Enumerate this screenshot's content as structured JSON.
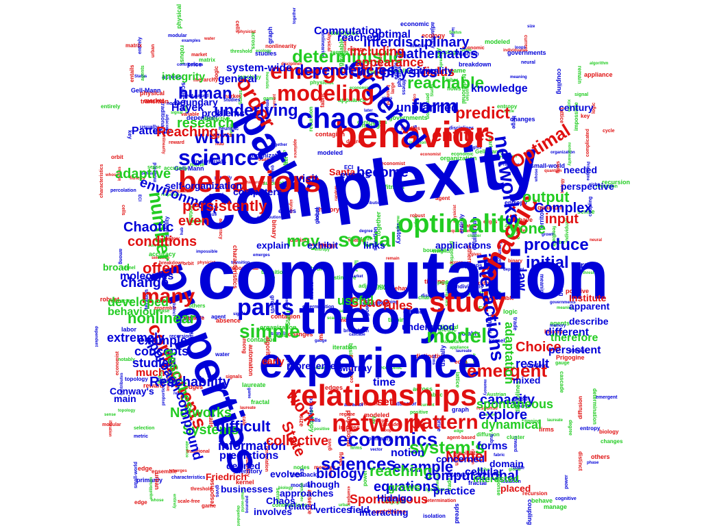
{
  "colors": {
    "blue": "#0000d8",
    "red": "#e01010",
    "green": "#22cc22"
  },
  "words": [
    {
      "text": "computation",
      "color": "blue"
    },
    {
      "text": "complexity",
      "color": "blue"
    },
    {
      "text": "experience",
      "color": "blue"
    },
    {
      "text": "theory",
      "color": "blue"
    },
    {
      "text": "properties",
      "color": "blue"
    },
    {
      "text": "path",
      "color": "blue"
    },
    {
      "text": "behavior",
      "color": "red"
    },
    {
      "text": "relationships",
      "color": "red"
    },
    {
      "text": "behaviors",
      "color": "red"
    },
    {
      "text": "chaos",
      "color": "blue"
    },
    {
      "text": "ordered",
      "color": "blue"
    },
    {
      "text": "network",
      "color": "red"
    },
    {
      "text": "study",
      "color": "red"
    },
    {
      "text": "chaotic",
      "color": "red"
    },
    {
      "text": "optimality",
      "color": "green"
    },
    {
      "text": "networks",
      "color": "blue"
    },
    {
      "text": "components",
      "color": "red"
    },
    {
      "text": "order",
      "color": "red"
    },
    {
      "text": "science",
      "color": "blue"
    },
    {
      "text": "modeling",
      "color": "red"
    },
    {
      "text": "emergence",
      "color": "red"
    },
    {
      "text": "interactions",
      "color": "blue"
    },
    {
      "text": "parts",
      "color": "blue"
    },
    {
      "text": "model",
      "color": "green"
    },
    {
      "text": "pattern",
      "color": "red"
    },
    {
      "text": "economics",
      "color": "blue"
    },
    {
      "text": "many",
      "color": "red"
    },
    {
      "text": "social",
      "color": "green"
    },
    {
      "text": "within",
      "color": "blue"
    },
    {
      "text": "form",
      "color": "blue"
    },
    {
      "text": "underlying",
      "color": "blue"
    },
    {
      "text": "entities",
      "color": "red"
    },
    {
      "text": "number",
      "color": "green"
    },
    {
      "text": "simple",
      "color": "green"
    },
    {
      "text": "work",
      "color": "red"
    },
    {
      "text": "sciences",
      "color": "blue"
    },
    {
      "text": "emergent",
      "color": "red"
    },
    {
      "text": "reachable",
      "color": "green"
    },
    {
      "text": "predict",
      "color": "red"
    },
    {
      "text": "produce",
      "color": "blue"
    },
    {
      "text": "initial",
      "color": "blue"
    },
    {
      "text": "one",
      "color": "green"
    },
    {
      "text": "output",
      "color": "green"
    },
    {
      "text": "Optimal",
      "color": "red"
    },
    {
      "text": "Complex",
      "color": "blue"
    },
    {
      "text": "input",
      "color": "red"
    },
    {
      "text": "law",
      "color": "blue"
    },
    {
      "text": "capacity",
      "color": "blue"
    },
    {
      "text": "explore",
      "color": "blue"
    },
    {
      "text": "spontaneous",
      "color": "green"
    },
    {
      "text": "dynamical",
      "color": "green"
    },
    {
      "text": "system's",
      "color": "green"
    },
    {
      "text": "example",
      "color": "blue"
    },
    {
      "text": "Nobel",
      "color": "red"
    },
    {
      "text": "reaching",
      "color": "green"
    },
    {
      "text": "biology",
      "color": "blue"
    },
    {
      "text": "computational",
      "color": "blue"
    },
    {
      "text": "equations",
      "color": "blue"
    },
    {
      "text": "Spontaneous",
      "color": "red"
    },
    {
      "text": "Choice",
      "color": "red"
    },
    {
      "text": "result",
      "color": "blue"
    },
    {
      "text": "adaptation",
      "color": "green"
    },
    {
      "text": "different",
      "color": "blue"
    },
    {
      "text": "persistent",
      "color": "blue"
    },
    {
      "text": "therefore",
      "color": "green"
    },
    {
      "text": "apparent",
      "color": "blue"
    },
    {
      "text": "Institute",
      "color": "red"
    },
    {
      "text": "describe",
      "color": "blue"
    },
    {
      "text": "terms",
      "color": "blue"
    },
    {
      "text": "perspective",
      "color": "blue"
    },
    {
      "text": "needed",
      "color": "blue"
    },
    {
      "text": "century",
      "color": "blue"
    },
    {
      "text": "fields",
      "color": "red"
    },
    {
      "text": "physics",
      "color": "blue"
    },
    {
      "text": "mathematics",
      "color": "blue"
    },
    {
      "text": "deterministic",
      "color": "green"
    },
    {
      "text": "dependencies",
      "color": "blue"
    },
    {
      "text": "interdisciplinary",
      "color": "blue"
    },
    {
      "text": "optimal",
      "color": "blue"
    },
    {
      "text": "reached",
      "color": "blue"
    },
    {
      "text": "Computation",
      "color": "blue"
    },
    {
      "text": "including",
      "color": "red"
    },
    {
      "text": "appearance",
      "color": "red"
    },
    {
      "text": "human",
      "color": "blue"
    },
    {
      "text": "general",
      "color": "blue"
    },
    {
      "text": "system-wide",
      "color": "blue"
    },
    {
      "text": "research",
      "color": "green"
    },
    {
      "text": "environment",
      "color": "blue"
    },
    {
      "text": "become",
      "color": "blue"
    },
    {
      "text": "Santa",
      "color": "red"
    },
    {
      "text": "persistently",
      "color": "red"
    },
    {
      "text": "even",
      "color": "red"
    },
    {
      "text": "Chaotic",
      "color": "blue"
    },
    {
      "text": "conditions",
      "color": "red"
    },
    {
      "text": "often",
      "color": "red"
    },
    {
      "text": "change",
      "color": "blue"
    },
    {
      "text": "may",
      "color": "green"
    },
    {
      "text": "exhibit",
      "color": "blue"
    },
    {
      "text": "links",
      "color": "blue"
    },
    {
      "text": "applications",
      "color": "blue"
    },
    {
      "text": "explain",
      "color": "blue"
    },
    {
      "text": "Space",
      "color": "red"
    },
    {
      "text": "rules",
      "color": "red"
    },
    {
      "text": "useful",
      "color": "green"
    },
    {
      "text": "nonlinear",
      "color": "green"
    },
    {
      "text": "developed",
      "color": "green"
    },
    {
      "text": "behaviour",
      "color": "green"
    },
    {
      "text": "extremely",
      "color": "blue"
    },
    {
      "text": "examples",
      "color": "blue"
    },
    {
      "text": "concepts",
      "color": "blue"
    },
    {
      "text": "studied",
      "color": "blue"
    },
    {
      "text": "much",
      "color": "red"
    },
    {
      "text": "approach",
      "color": "blue"
    },
    {
      "text": "describes",
      "color": "green"
    },
    {
      "text": "Reachability",
      "color": "blue"
    },
    {
      "text": "Networks",
      "color": "green"
    },
    {
      "text": "Systems",
      "color": "green"
    },
    {
      "text": "compound",
      "color": "blue"
    },
    {
      "text": "difficult",
      "color": "blue"
    },
    {
      "text": "information",
      "color": "blue"
    },
    {
      "text": "predictions",
      "color": "blue"
    },
    {
      "text": "defined",
      "color": "blue"
    },
    {
      "text": "State",
      "color": "red"
    },
    {
      "text": "collective",
      "color": "red"
    },
    {
      "text": "practice",
      "color": "blue"
    },
    {
      "text": "forms",
      "color": "blue"
    },
    {
      "text": "cellular",
      "color": "blue"
    },
    {
      "text": "concerned",
      "color": "blue"
    },
    {
      "text": "notion",
      "color": "blue"
    },
    {
      "text": "grows",
      "color": "green"
    },
    {
      "text": "main",
      "color": "blue"
    },
    {
      "text": "Conway's",
      "color": "blue"
    },
    {
      "text": "adaptive",
      "color": "green"
    },
    {
      "text": "molecules",
      "color": "blue"
    },
    {
      "text": "broad",
      "color": "green"
    },
    {
      "text": "self-organization",
      "color": "blue"
    },
    {
      "text": "Pattern",
      "color": "blue"
    },
    {
      "text": "Reaching",
      "color": "red"
    },
    {
      "text": "Hayek",
      "color": "blue"
    },
    {
      "text": "integrity",
      "color": "green"
    },
    {
      "text": "unplanned",
      "color": "blue"
    },
    {
      "text": "problems",
      "color": "blue"
    },
    {
      "text": "Optimality",
      "color": "blue"
    },
    {
      "text": "knowledge",
      "color": "blue"
    },
    {
      "text": "boundary",
      "color": "blue"
    },
    {
      "text": "vertices",
      "color": "blue"
    },
    {
      "text": "Hidalgo",
      "color": "blue"
    },
    {
      "text": "interacting",
      "color": "blue"
    },
    {
      "text": "field",
      "color": "blue"
    },
    {
      "text": "time",
      "color": "blue"
    },
    {
      "text": "set",
      "color": "red"
    },
    {
      "text": "early",
      "color": "red"
    },
    {
      "text": "represented",
      "color": "blue"
    },
    {
      "text": "understood",
      "color": "blue"
    },
    {
      "text": "Murray",
      "color": "blue"
    },
    {
      "text": "Friedrich",
      "color": "red"
    },
    {
      "text": "businesses",
      "color": "blue"
    },
    {
      "text": "evolve",
      "color": "blue"
    },
    {
      "text": "events",
      "color": "blue"
    },
    {
      "text": "computers",
      "color": "blue"
    },
    {
      "text": "interested",
      "color": "green"
    },
    {
      "text": "mixed",
      "color": "blue"
    },
    {
      "text": "placed",
      "color": "red"
    },
    {
      "text": "domain",
      "color": "blue"
    },
    {
      "text": "involves",
      "color": "blue"
    },
    {
      "text": "approaches",
      "color": "blue"
    },
    {
      "text": "Chaos",
      "color": "blue"
    },
    {
      "text": "related",
      "color": "blue"
    },
    {
      "text": "though",
      "color": "blue"
    },
    {
      "text": "visit",
      "color": "blue"
    }
  ],
  "filler": [
    "impossible",
    "implies",
    "laureate",
    "water",
    "robust",
    "key",
    "Status",
    "game",
    "primarily",
    "absence",
    "nonlinearity",
    "Austrian",
    "Gell-Mann",
    "remain",
    "behave",
    "disciplines",
    "global",
    "characteristics",
    "gives",
    "organization",
    "appliance",
    "examples",
    "reward",
    "notably",
    "traditional",
    "selection",
    "edges",
    "economist",
    "entirely",
    "history",
    "physicist",
    "Prigogine",
    "studies",
    "contributes",
    "edge",
    "response",
    "economic",
    "Status",
    "across",
    "market",
    "manage",
    "governments",
    "accuracy",
    "others",
    "size",
    "current",
    "loops",
    "sense",
    "usually",
    "complicated",
    "positive",
    "logic",
    "meaning",
    "territory",
    "physical",
    "individuals",
    "together",
    "contributions",
    "among",
    "breakdown",
    "distinct",
    "dependent",
    "determination",
    "changes",
    "whose",
    "later",
    "large",
    "proportional",
    "ECI",
    "modeled",
    "distinctive",
    "equilibrium",
    "entropy",
    "recursion",
    "automaton",
    "cells",
    "feedback",
    "hierarchy",
    "isolation",
    "gauge",
    "entropy",
    "signals",
    "agent",
    "nodes",
    "graph",
    "random",
    "bounded",
    "fitness",
    "attractor",
    "stability",
    "transition",
    "phase",
    "scale",
    "power",
    "emergent",
    "cascade",
    "diffusion",
    "topology",
    "lattice",
    "agent-based",
    "heuristic",
    "iteration",
    "recursion",
    "emerges",
    "entails",
    "weights",
    "niche",
    "regime",
    "threshold",
    "coupling",
    "tipping",
    "spread",
    "adjacency",
    "memory",
    "quantum",
    "signal",
    "binary",
    "algorithm",
    "ensemble",
    "variable",
    "vector",
    "kernel",
    "matrix",
    "percolation",
    "contagion",
    "flows",
    "metric",
    "basin",
    "cycle",
    "orbit",
    "fractal",
    "scale-free",
    "small-world",
    "cluster",
    "degree",
    "hub",
    "modular",
    "fabric",
    "urban",
    "ecology",
    "biology",
    "neural",
    "cognitive",
    "market",
    "price",
    "trade",
    "labor",
    "growth",
    "firms",
    "agents"
  ]
}
